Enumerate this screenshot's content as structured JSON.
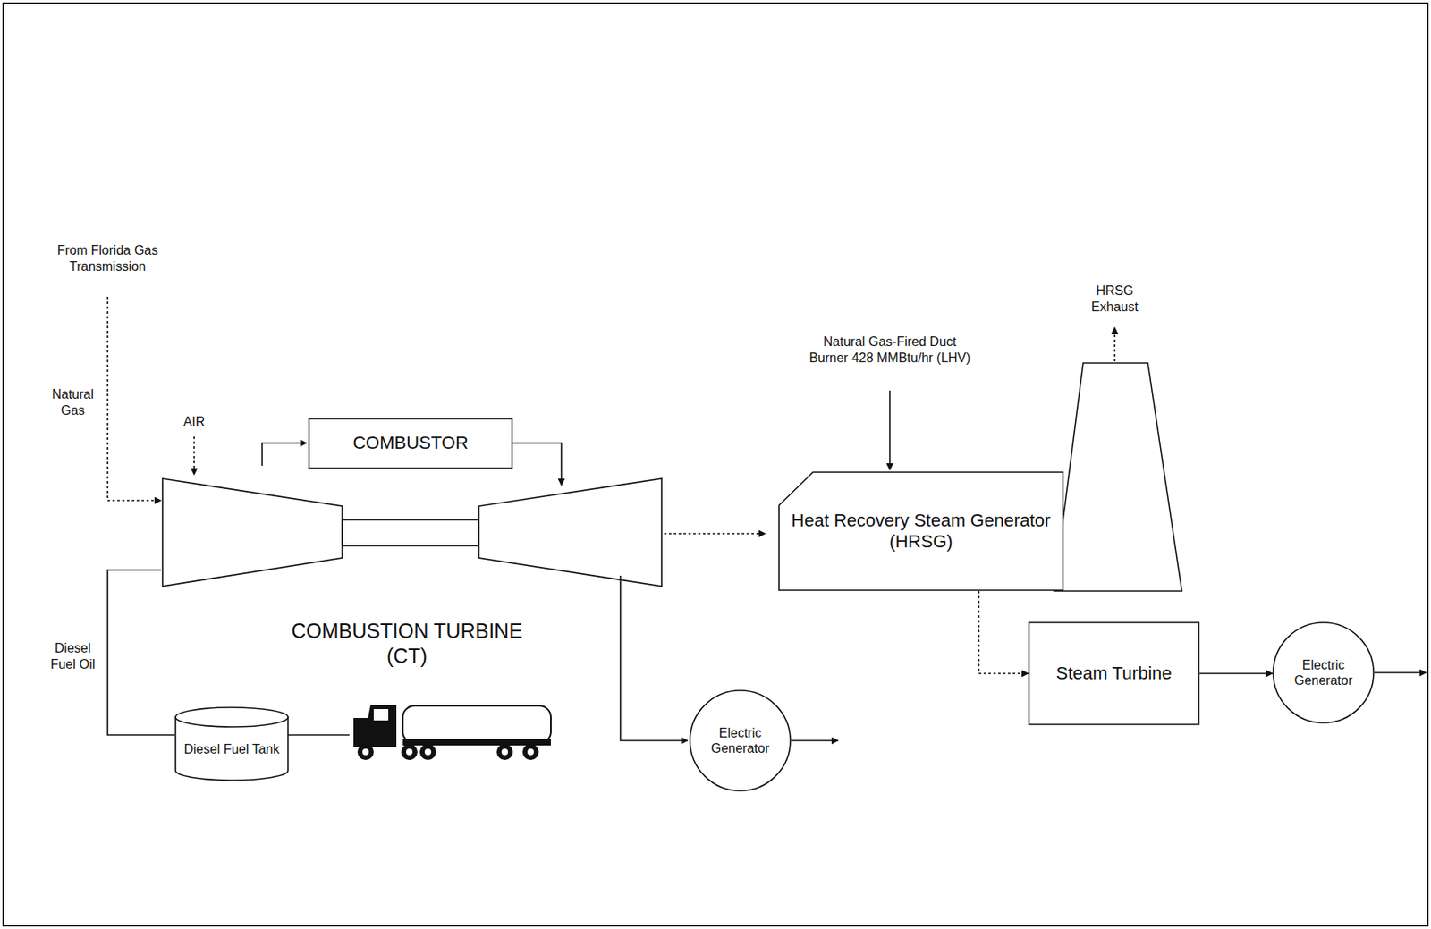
{
  "diagram": {
    "nodes": [
      {
        "text": [
          "COMBUSTOR"
        ]
      },
      {
        "text": [
          "Heat Recovery Steam Generator (HRSG)"
        ]
      },
      {
        "text": [
          "Diesel Fuel Tank"
        ]
      },
      {
        "text": [
          "Electric Generator"
        ]
      },
      {
        "text": [
          "Steam Turbine"
        ]
      },
      {
        "text": [
          "Electric Generator"
        ]
      }
    ],
    "edges": [
      {
        "from": 1,
        "to": 4,
        "arrow": "to"
      },
      {
        "from": 4,
        "to": 5,
        "arrow": "to"
      }
    ],
    "labels": [
      "From Florida Gas Transmission",
      "Natural Gas",
      "AIR",
      "Diesel Fuel Oil",
      "COMBUSTION TURBINE (CT)",
      "Natural Gas-Fired Duct Burner 428 MMBtu/hr (LHV)",
      "HRSG Exhaust"
    ]
  }
}
